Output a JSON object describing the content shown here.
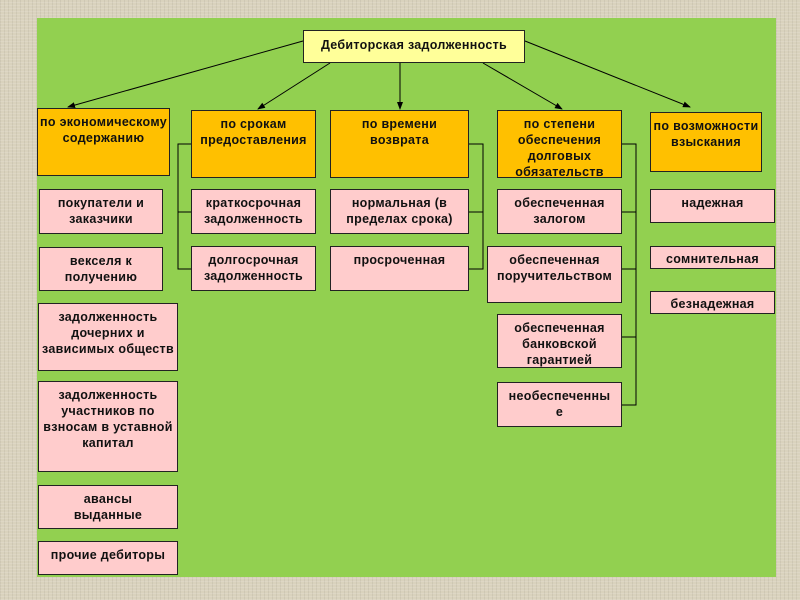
{
  "root": "Дебиторская задолженность",
  "columns": [
    {
      "header": "по экономическому содержанию",
      "items": [
        "покупатели и заказчики",
        "векселя к получению",
        "задолженность дочерних и зависимых обществ",
        "задолженность участников по взносам в уставной капитал",
        "авансы выданные",
        "прочие дебиторы"
      ]
    },
    {
      "header": "по срокам предоставления",
      "items": [
        "краткосрочная задолженность",
        "долгосрочная задолженность"
      ]
    },
    {
      "header": "по времени возврата",
      "items": [
        "нормальная (в пределах срока)",
        "просроченная"
      ]
    },
    {
      "header": "по степени обеспечения долговых обязательств",
      "items": [
        "обеспеченная залогом",
        "обеспеченная поручительством",
        "обеспеченная банковской гарантией",
        "необеспеченны е"
      ]
    },
    {
      "header": "по возможности взыскания",
      "items": [
        "надежная",
        "сомнительная",
        "безнадежная"
      ]
    }
  ],
  "colors": {
    "panel": "#92d050",
    "header": "#ffc000",
    "item": "#ffcccc",
    "root": "#ffff99"
  }
}
